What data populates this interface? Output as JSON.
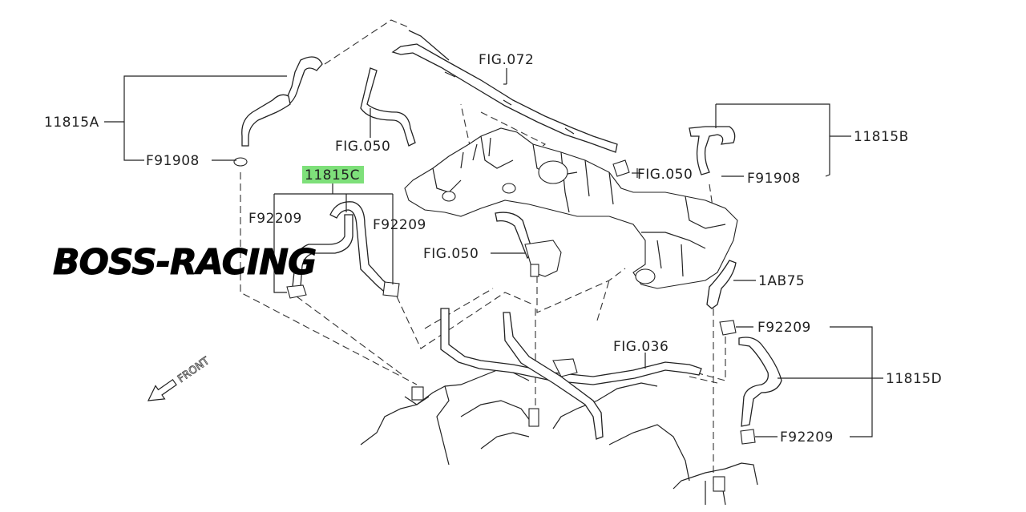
{
  "brand": "BOSS-RACING",
  "front_marker": "FRONT",
  "labels": {
    "l11815A": "11815A",
    "lF91908_left": "F91908",
    "l11815C": "11815C",
    "lF92209_c_left": "F92209",
    "lF92209_c_right": "F92209",
    "lFIG050_top": "FIG.050",
    "lFIG072": "FIG.072",
    "lFIG050_mid": "FIG.050",
    "lFIG050_right": "FIG.050",
    "l11815B": "11815B",
    "lF91908_right": "F91908",
    "l1AB75": "1AB75",
    "lF92209_d_top": "F92209",
    "lFIG036": "FIG.036",
    "l11815D": "11815D",
    "lF92209_d_bot": "F92209"
  },
  "highlight_color": "#7ee07a",
  "line_color": "#222222"
}
